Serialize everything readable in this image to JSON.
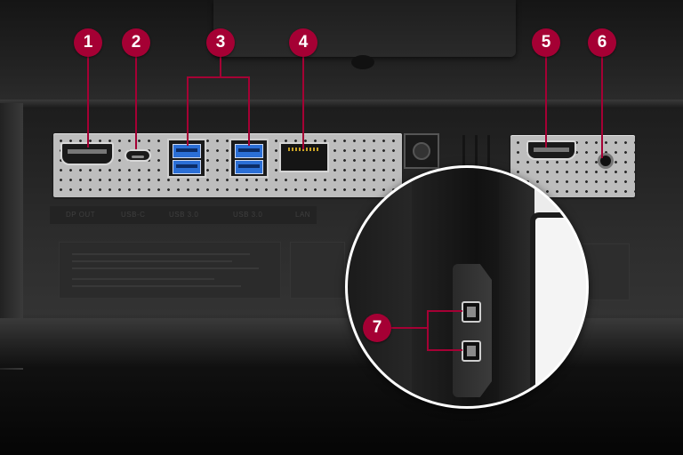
{
  "image": {
    "subject": "monitor-rear-io-panel",
    "accent_color": "#a50034",
    "panel_color": "#bdbdbd"
  },
  "callouts": [
    {
      "number": "1"
    },
    {
      "number": "2"
    },
    {
      "number": "3"
    },
    {
      "number": "4"
    },
    {
      "number": "5"
    },
    {
      "number": "6"
    },
    {
      "number": "7"
    }
  ],
  "panel_labels": [
    "DP OUT",
    "USB-C",
    "USB 3.0",
    "USB 3.0",
    "LAN"
  ]
}
